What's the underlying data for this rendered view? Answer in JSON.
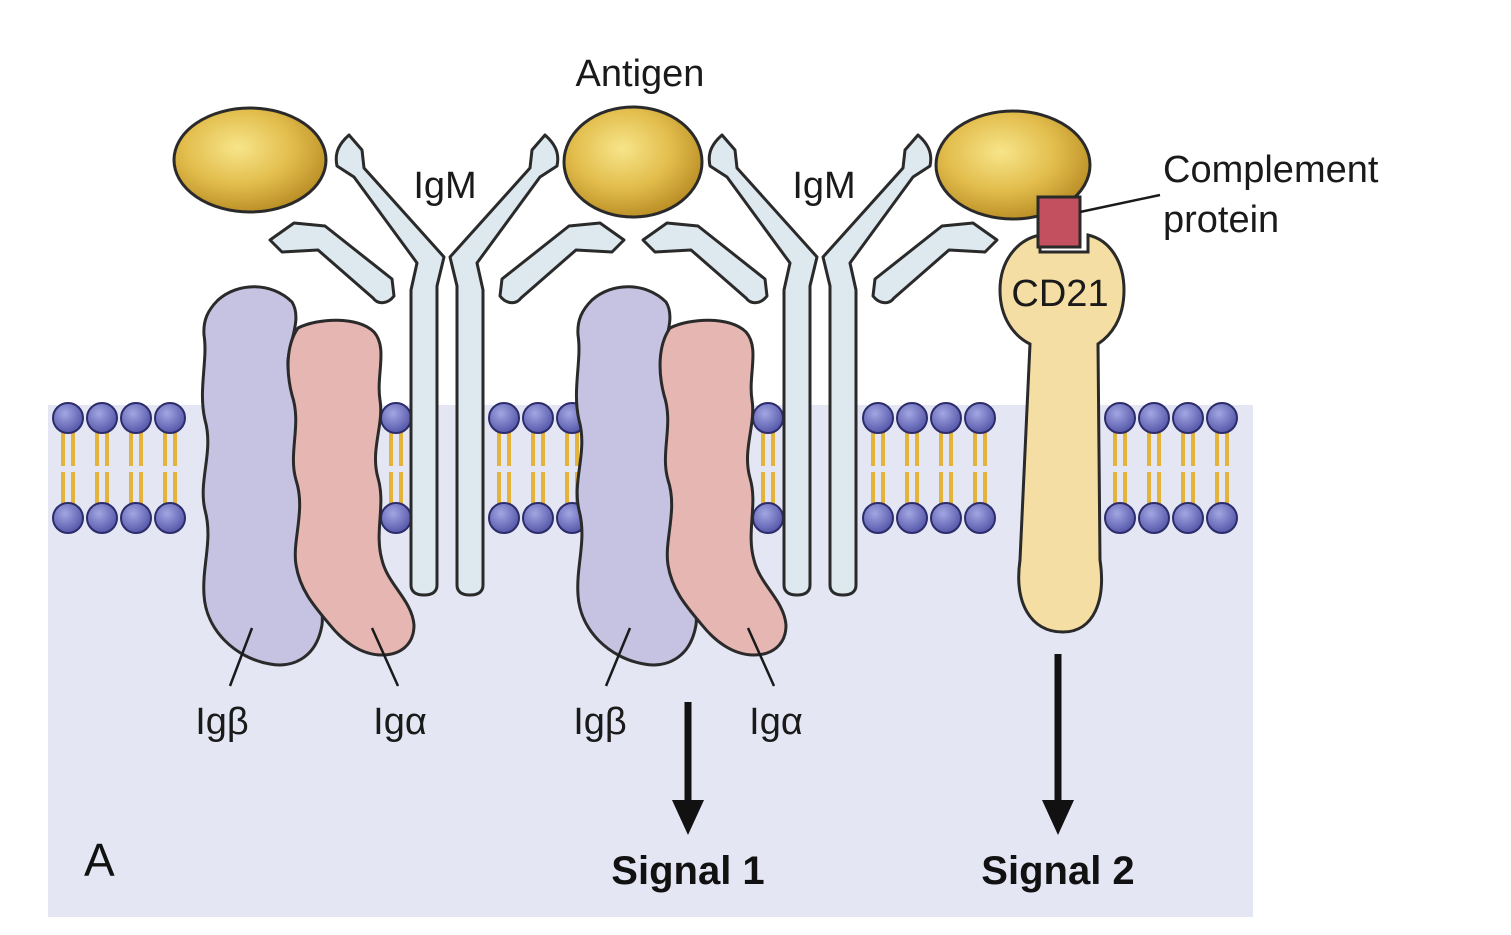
{
  "labels": {
    "antigen": "Antigen",
    "igm_left": "IgM",
    "igm_right": "IgM",
    "complement_line1": "Complement",
    "complement_line2": "protein",
    "cd21": "CD21",
    "ig_beta_left": "Igβ",
    "ig_alpha_left": "Igα",
    "ig_beta_mid": "Igβ",
    "ig_alpha_mid": "Igα",
    "signal1": "Signal 1",
    "signal2": "Signal 2",
    "panel_letter": "A"
  },
  "colors": {
    "cytoplasm": "#e4e6f4",
    "lipid_head": "#6a6cbc",
    "lipid_tail": "#e3b33a",
    "antigen": "#d4aa3c",
    "igm": "#dde9ef",
    "ig_beta": "#c6c2e2",
    "ig_alpha": "#e6b6b2",
    "cd21": "#f5dea4",
    "complement": "#c2505e"
  }
}
